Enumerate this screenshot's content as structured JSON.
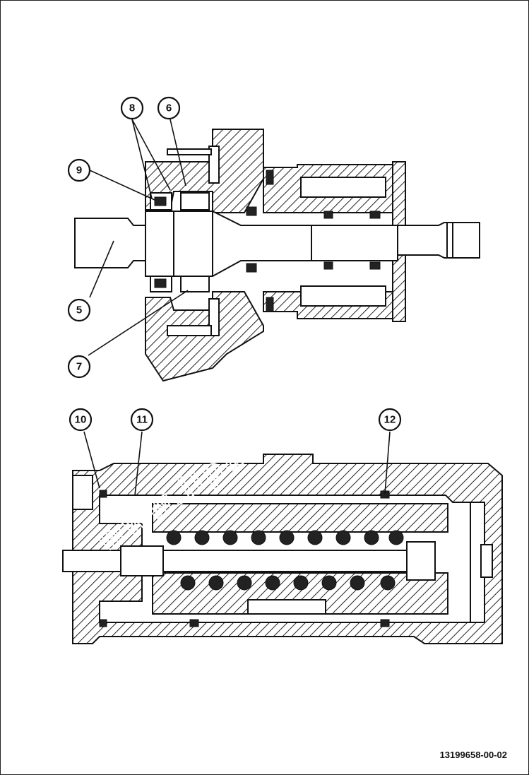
{
  "drawing_number": "13199658-00-02",
  "watermark": "www.ilparts.ru",
  "callouts": {
    "c5": "5",
    "c6": "6",
    "c7": "7",
    "c8": "8",
    "c9": "9",
    "c10": "10",
    "c11": "11",
    "c12": "12"
  }
}
